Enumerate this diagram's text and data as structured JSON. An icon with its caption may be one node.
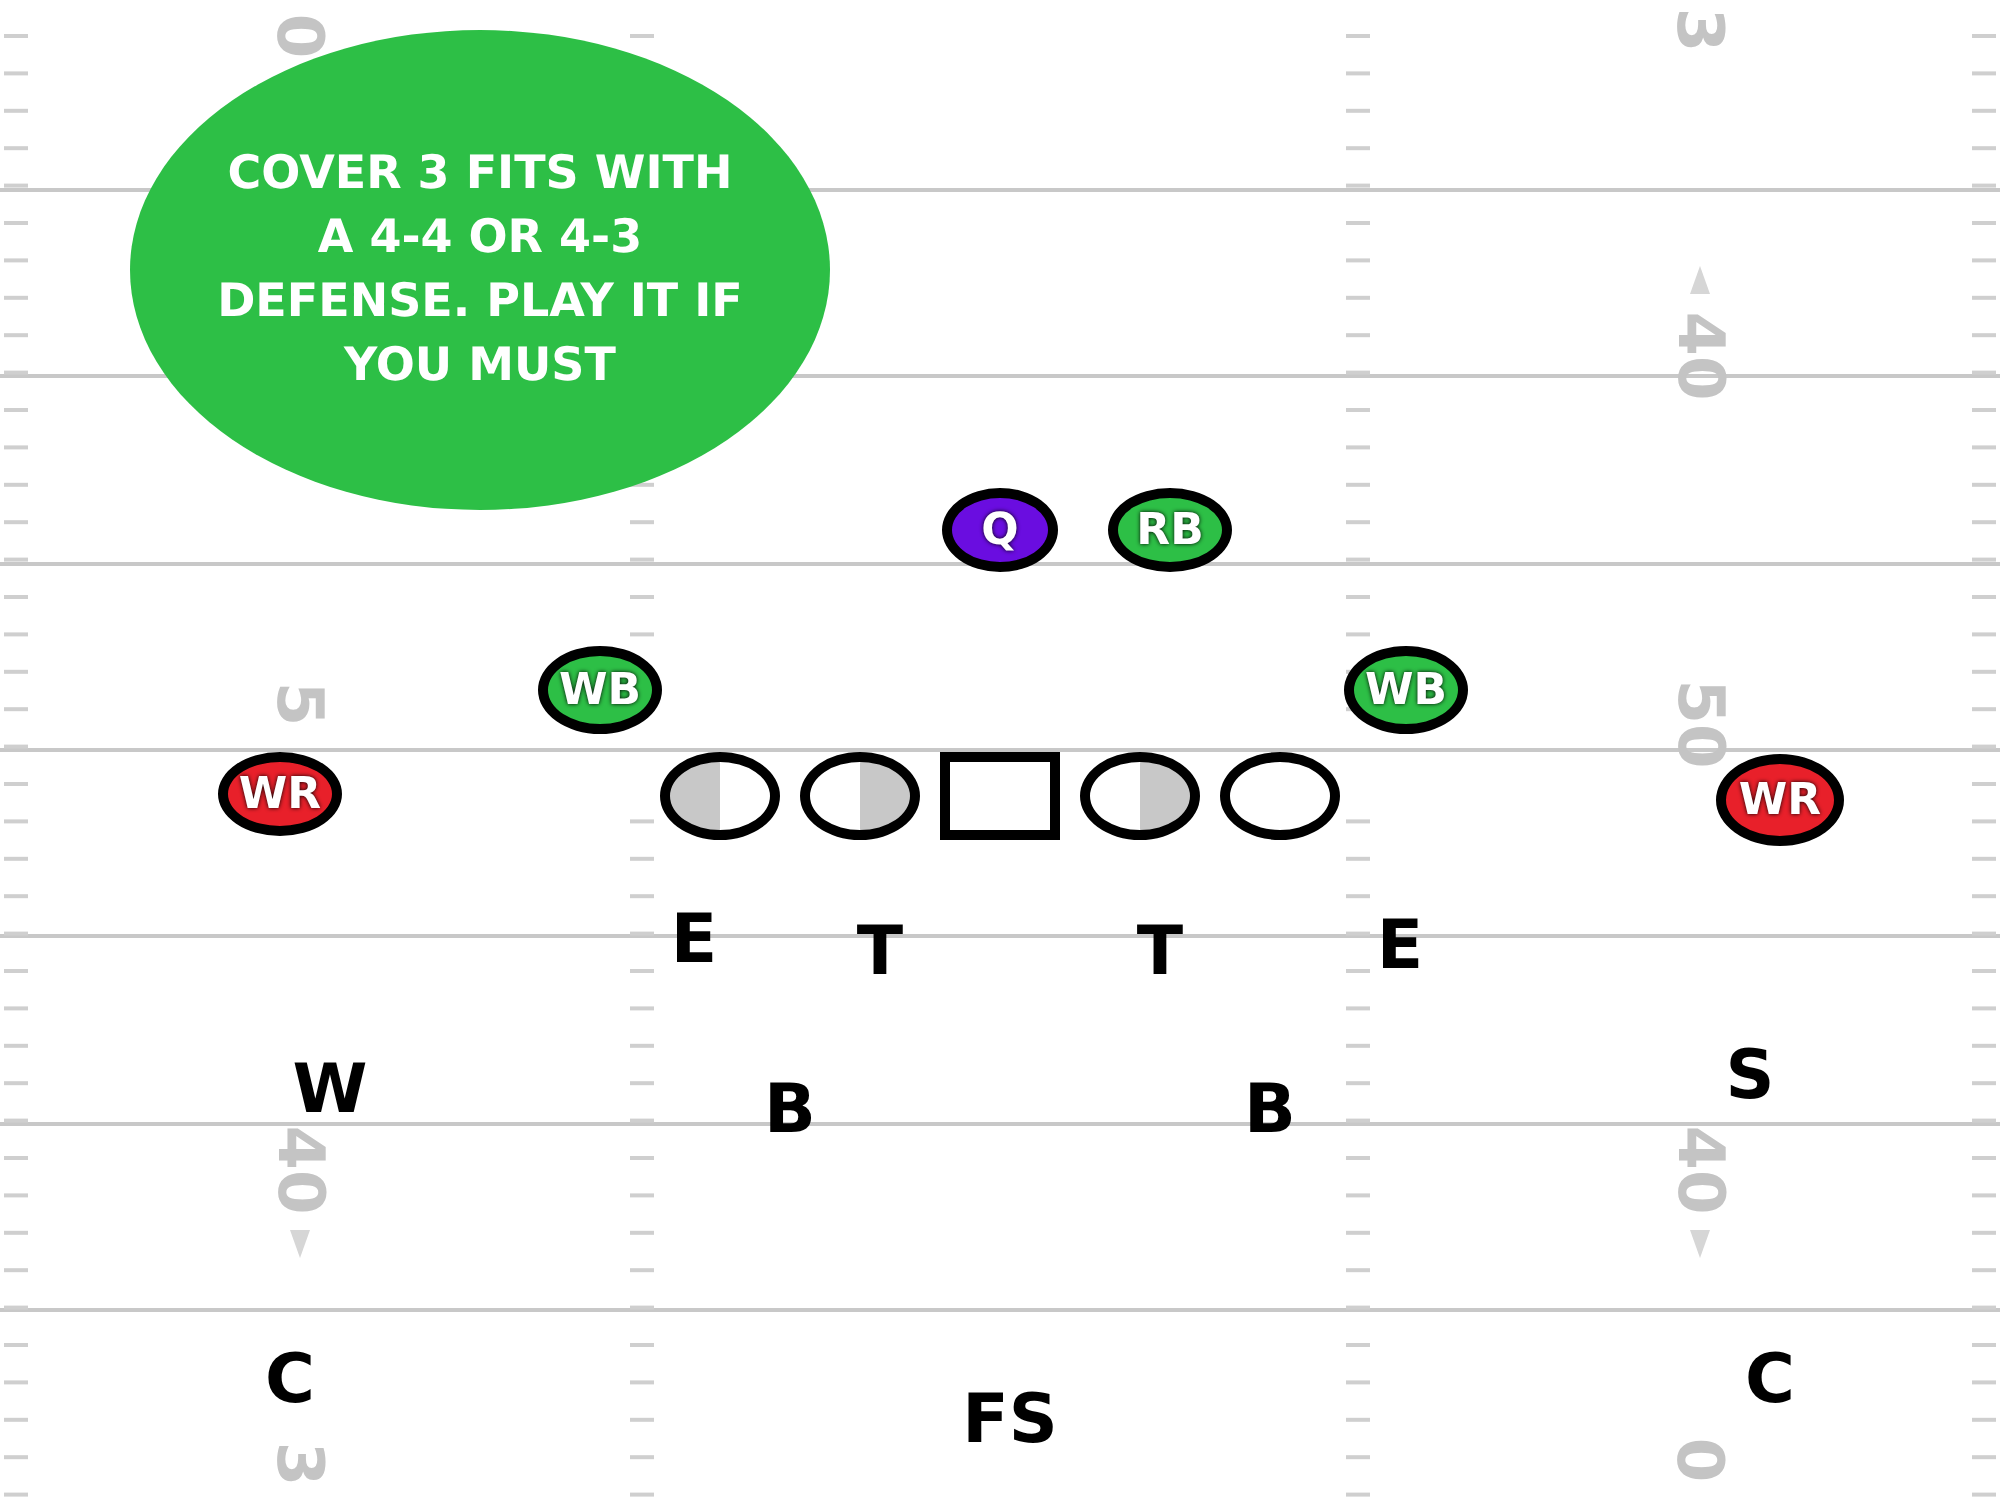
{
  "diagram": {
    "nodes": [
      {
        "text": [
          "COVER 3 FITS WITH A 4-4 OR 4-3 DEFENSE. PLAY IT IF YOU MUST"
        ]
      },
      {
        "text": [
          "Q"
        ]
      },
      {
        "text": [
          "RB"
        ]
      },
      {
        "text": [
          "WB"
        ]
      },
      {
        "text": [
          "WB"
        ]
      },
      {
        "text": [
          "WR"
        ]
      },
      {
        "text": [],
        "shape": "ellipse"
      },
      {
        "text": [],
        "shape": "ellipse"
      },
      {
        "text": [],
        "shape": "box"
      },
      {
        "text": [],
        "shape": "ellipse"
      },
      {
        "text": [],
        "shape": "ellipse"
      },
      {
        "text": [
          "WR"
        ]
      }
    ],
    "labels": [
      "0",
      "3",
      "40",
      "5",
      "50",
      "E",
      "T",
      "T",
      "E",
      "W",
      "B",
      "B",
      "S",
      "40",
      "40",
      "C",
      "C",
      "FS",
      "3",
      "0"
    ]
  }
}
